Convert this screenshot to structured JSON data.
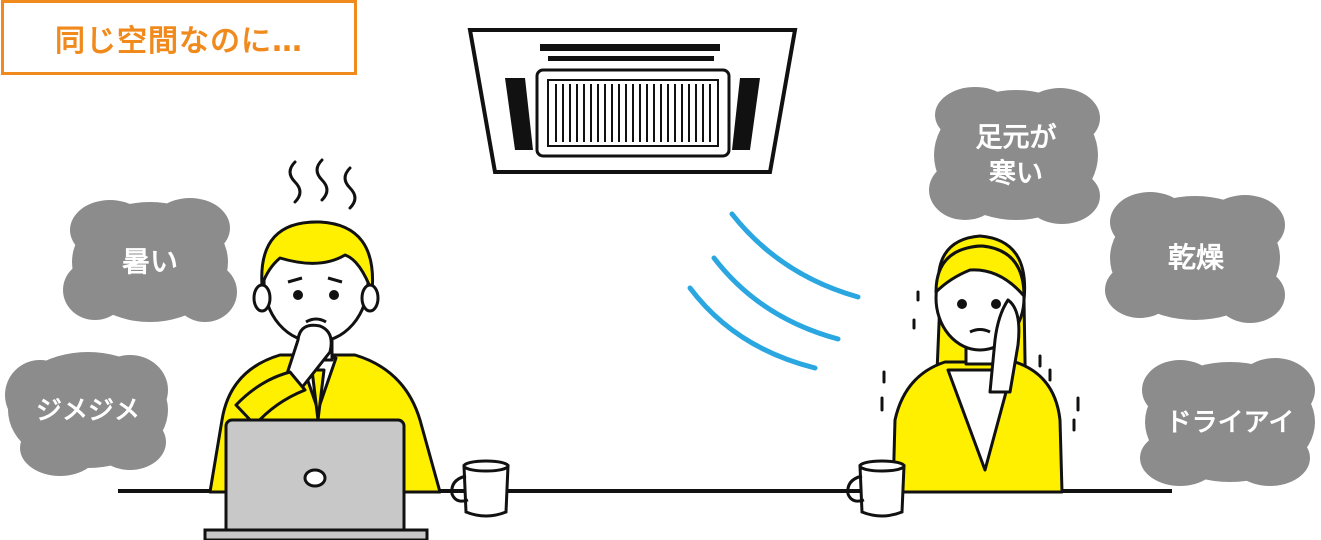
{
  "title": "同じ空間なのに…",
  "bubbles": {
    "hot": "暑い",
    "humid": "ジメジメ",
    "cold_line1": "足元が",
    "cold_line2": "寒い",
    "dry": "乾燥",
    "dry_eye": "ドライアイ"
  },
  "colors": {
    "accent": "#f08a1c",
    "bubble": "#8c8c8c",
    "shirt": "#fff000",
    "airflow": "#2aa7e0"
  }
}
